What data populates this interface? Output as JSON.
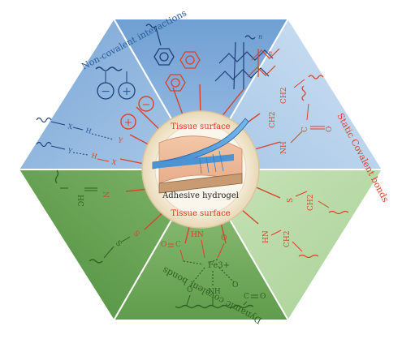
{
  "center": {
    "tissue_top": "Tissue surface",
    "hydrogel": "Adhesive hydrogel",
    "tissue_bottom": "Tissue surface"
  },
  "sectors": {
    "non_covalent": "Non-covalent interactions",
    "static_covalent": "Static Covalent bonds",
    "dynamic_covalent": "Dynamic covalent bonds"
  },
  "chem": {
    "ch2_a": "CH2",
    "ch2_b": "CH2",
    "nh_a": "NH",
    "c_a": "C",
    "o_a": "O",
    "s_a": "S",
    "ch2_c": "CH2",
    "ch2_d": "CH2",
    "hn_a": "HN",
    "o_b": "O",
    "c_b": "C",
    "hn_b": "HN",
    "o_c": "O",
    "fe": "Fe3+",
    "o_d": "O",
    "nh_b": "NH",
    "o_e": "O",
    "c_c": "C",
    "o_f": "O",
    "n_a": "N",
    "hc_a": "HC",
    "s_b": "S",
    "s_c": "S",
    "x_a": "X",
    "h_a": "H",
    "y_a": "Y",
    "y_b": "Y",
    "h_b": "H",
    "x_b": "X",
    "n_sub": "n",
    "minus": "−",
    "plus": "+"
  },
  "colors": {
    "blue_light": "#b9d3ec",
    "blue_mid": "#8fb6dd",
    "blue_dark": "#5f8fc7",
    "green_light": "#b5d6a2",
    "green_mid": "#8cbd74",
    "green_dark": "#5f9a4a",
    "red": "#d8432c",
    "ring": "#f1e6cf"
  }
}
